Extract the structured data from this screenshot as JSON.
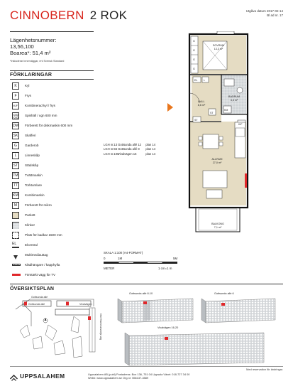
{
  "header": {
    "name": "CINNOBERN",
    "rooms": "2 ROK",
    "date_line": "Utgåva datum 2017-02-14",
    "sheet_line": "Bl ad nr. 17"
  },
  "unit": {
    "number_label": "Lägenhetsnummer:",
    "numbers": "13,56,100",
    "area_label": "Boarea*: 51,4 m²",
    "footnote": "*Inkluderar innerväggar, enl Svensk Standard"
  },
  "legend": {
    "title": "FÖRKLARINGAR",
    "items": [
      {
        "code": "K",
        "label": "Kyl"
      },
      {
        "code": "F",
        "label": "Frys"
      },
      {
        "code": "K/F",
        "label": "Kombinerad kyl / frys"
      },
      {
        "code": "",
        "label": "Spishäll / ugn 600 mm"
      },
      {
        "code": "DM",
        "label": "Förberett för diskmaskin 600 mm"
      },
      {
        "code": "SK",
        "label": "Skafferi"
      },
      {
        "code": "G",
        "label": "Garderob"
      },
      {
        "code": "L",
        "label": "Linneskåp"
      },
      {
        "code": "ST",
        "label": "Städskåp"
      },
      {
        "code": "TM",
        "label": "Tvättmaskin"
      },
      {
        "code": "TT",
        "label": "Torktumlare"
      },
      {
        "code": "KM",
        "label": "Kombimaskin"
      },
      {
        "code": "M",
        "label": "Förberett för mikro"
      },
      {
        "code": "",
        "label": "Parkett"
      },
      {
        "code": "",
        "label": "Klinker"
      },
      {
        "code": "",
        "label": "Plats för badkar 1500 mm"
      },
      {
        "code": "EL",
        "label": "Elcentral"
      },
      {
        "code": "",
        "label": "Multimediauttag"
      },
      {
        "code": "",
        "label": "Klädhängare / kapphylla"
      },
      {
        "code": "",
        "label": "Förstärkt vägg för TV"
      }
    ]
  },
  "plan": {
    "rooms": [
      {
        "name": "SOVRUM",
        "area": "13,3 m²"
      },
      {
        "name": "BADRUM",
        "area": "4,3 m²"
      },
      {
        "name": "HALL",
        "area": "8,6 m²"
      },
      {
        "name": "ALLRUM",
        "area": "27,0 m²"
      },
      {
        "name": "BALKONG",
        "area": "7,1 m²"
      }
    ],
    "codes": [
      "G",
      "G",
      "G",
      "G",
      "EL",
      "L",
      "KM",
      "ST",
      "K/F",
      "ST"
    ]
  },
  "apartments": [
    {
      "lgh": "LGH nr.13",
      "address": "Gottsunda allé 12",
      "floor": "plan 14"
    },
    {
      "lgh": "LGH nr.56",
      "address": "Gottsunda allé 8",
      "floor": "plan 14"
    },
    {
      "lgh": "LGH nr.100",
      "address": "Vivalvägen 16",
      "floor": "plan 14"
    }
  ],
  "scale": {
    "title": "SKALA 1:100 (A4-FORMAT)",
    "ticks": [
      "0",
      "1M",
      "5M"
    ],
    "unit_label": "METER",
    "ratio": "1 cm=1 m"
  },
  "overview": {
    "title": "ÖVERSIKTSPLAN",
    "street_labels": [
      "Gottsunda allé",
      "Gottsunda allé",
      "Vivalvägen",
      "Olof Hammarsköljs väg"
    ],
    "block_labels": [
      "Gottsunda allé 8-10",
      "Gottsunda allé 6",
      "Vivalvägen 16-20"
    ]
  },
  "footer": {
    "brand": "UPPSALAHEM",
    "line1": "Uppsalahem AB (publ)   Postadress: Box 136, 751 04 Uppsala   Växel: 018-727 34 00",
    "line2": "Webb: www.uppsalahem.se   Org.nr: 556137-3589",
    "disclaimer": "Med reservation för ändringar."
  },
  "colors": {
    "brand_red": "#d8261d",
    "parquet": "#e5dcc3",
    "tile": "#cfd3d6",
    "building": "#d0d3d6",
    "highlight": "#e0282b"
  }
}
